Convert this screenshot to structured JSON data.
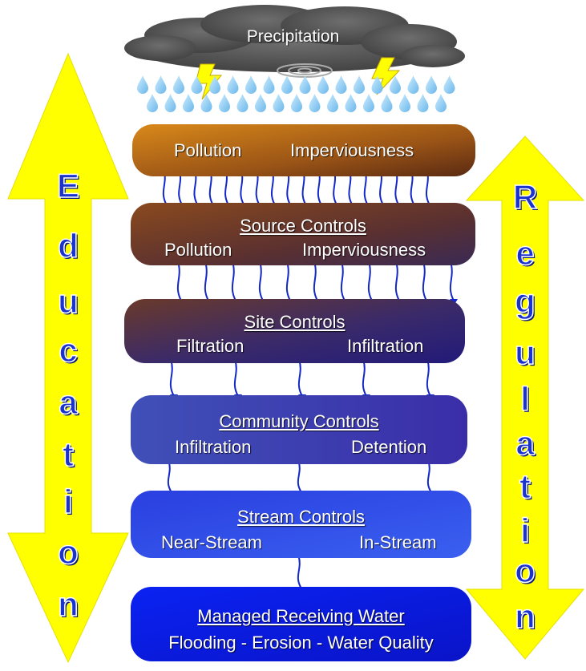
{
  "cloud": {
    "label": "Precipitation"
  },
  "side_left": {
    "word": "Education",
    "letters": [
      "E",
      "d",
      "u",
      "c",
      "a",
      "t",
      "i",
      "o",
      "n"
    ]
  },
  "side_right": {
    "word": "Regulation",
    "letters": [
      "R",
      "e",
      "g",
      "u",
      "l",
      "a",
      "t",
      "i",
      "o",
      "n"
    ]
  },
  "boxes": [
    {
      "title": "",
      "left": "Pollution",
      "right": "Imperviousness"
    },
    {
      "title": "Source Controls",
      "left": "Pollution",
      "right": "Imperviousness"
    },
    {
      "title": "Site Controls",
      "left": "Filtration",
      "right": "Infiltration"
    },
    {
      "title": "Community Controls",
      "left": "Infiltration",
      "right": "Detention"
    },
    {
      "title": "Stream Controls",
      "left": "Near-Stream",
      "right": "In-Stream"
    },
    {
      "title": "Managed Receiving Water",
      "center": "Flooding - Erosion - Water Quality"
    }
  ],
  "colors": {
    "arrow_fill": "#ffff00",
    "cloud": "#5a5a5a",
    "rain": "#9fd3f7",
    "letters": "#1a33cc",
    "flow": "#1428c8"
  }
}
